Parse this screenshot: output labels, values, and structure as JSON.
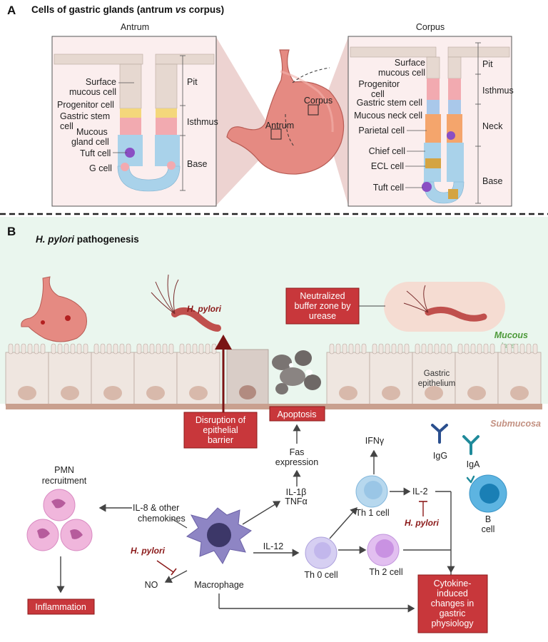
{
  "panel_a": {
    "letter": "A",
    "title_prefix": "Cells of gastric glands (antrum ",
    "title_vs": "vs",
    "title_suffix": " corpus)",
    "antrum": {
      "heading": "Antrum",
      "cells": [
        "Surface",
        "mucous cell",
        "Progenitor cell",
        "Gastric stem",
        "cell",
        "Mucous",
        "gland cell",
        "Tuft cell",
        "G cell"
      ],
      "zones": [
        "Pit",
        "Isthmus",
        "Base"
      ]
    },
    "stomach": {
      "antrum_label": "Antrum",
      "corpus_label": "Corpus"
    },
    "corpus": {
      "heading": "Corpus",
      "cells": [
        "Surface",
        "mucous cell",
        "Progenitor",
        "cell",
        "Gastric stem cell",
        "Mucous neck cell",
        "Parietal cell",
        "Chief cell",
        "ECL cell",
        "Tuft cell"
      ],
      "zones": [
        "Pit",
        "Isthmus",
        "Neck",
        "Base"
      ]
    }
  },
  "panel_b": {
    "letter": "B",
    "title_italic": "H. pylori",
    "title_rest": " pathogenesis",
    "hpylori_label": "H. pylori",
    "neutralized": [
      "Neutralized",
      "buffer zone by",
      "urease"
    ],
    "mucous_layer": [
      "Mucous",
      "layer"
    ],
    "gastric_epithelium": [
      "Gastric",
      "epithelium"
    ],
    "submucosa": "Submucosa",
    "disruption": [
      "Disruption of",
      "epithelial",
      "barrier"
    ],
    "apoptosis": "Apoptosis",
    "fas": [
      "Fas",
      "expression"
    ],
    "il1b": [
      "IL-1β",
      "TNFα"
    ],
    "ifng": "IFNγ",
    "igg": "IgG",
    "iga": "IgA",
    "pmn": [
      "PMN",
      "recruitment"
    ],
    "il8": [
      "IL-8 & other",
      "chemokines"
    ],
    "th1": "Th 1 cell",
    "il2": "IL-2",
    "hpylori_red": "H. pylori",
    "b_cell": [
      "B",
      "cell"
    ],
    "il12": "IL-12",
    "th0": "Th 0 cell",
    "th2": "Th 2 cell",
    "inflammation": "Inflammation",
    "no": "NO",
    "macrophage": "Macrophage",
    "cytokine": [
      "Cytokine-",
      "induced",
      "changes in",
      "gastric",
      "physiology"
    ]
  },
  "colors": {
    "red_box": "#c8373b",
    "mucus_bg": "#eaf6ee",
    "panel_pink": "#fbecec",
    "epithelium": "#efe6e0",
    "submucosa": "#c9a08f"
  }
}
